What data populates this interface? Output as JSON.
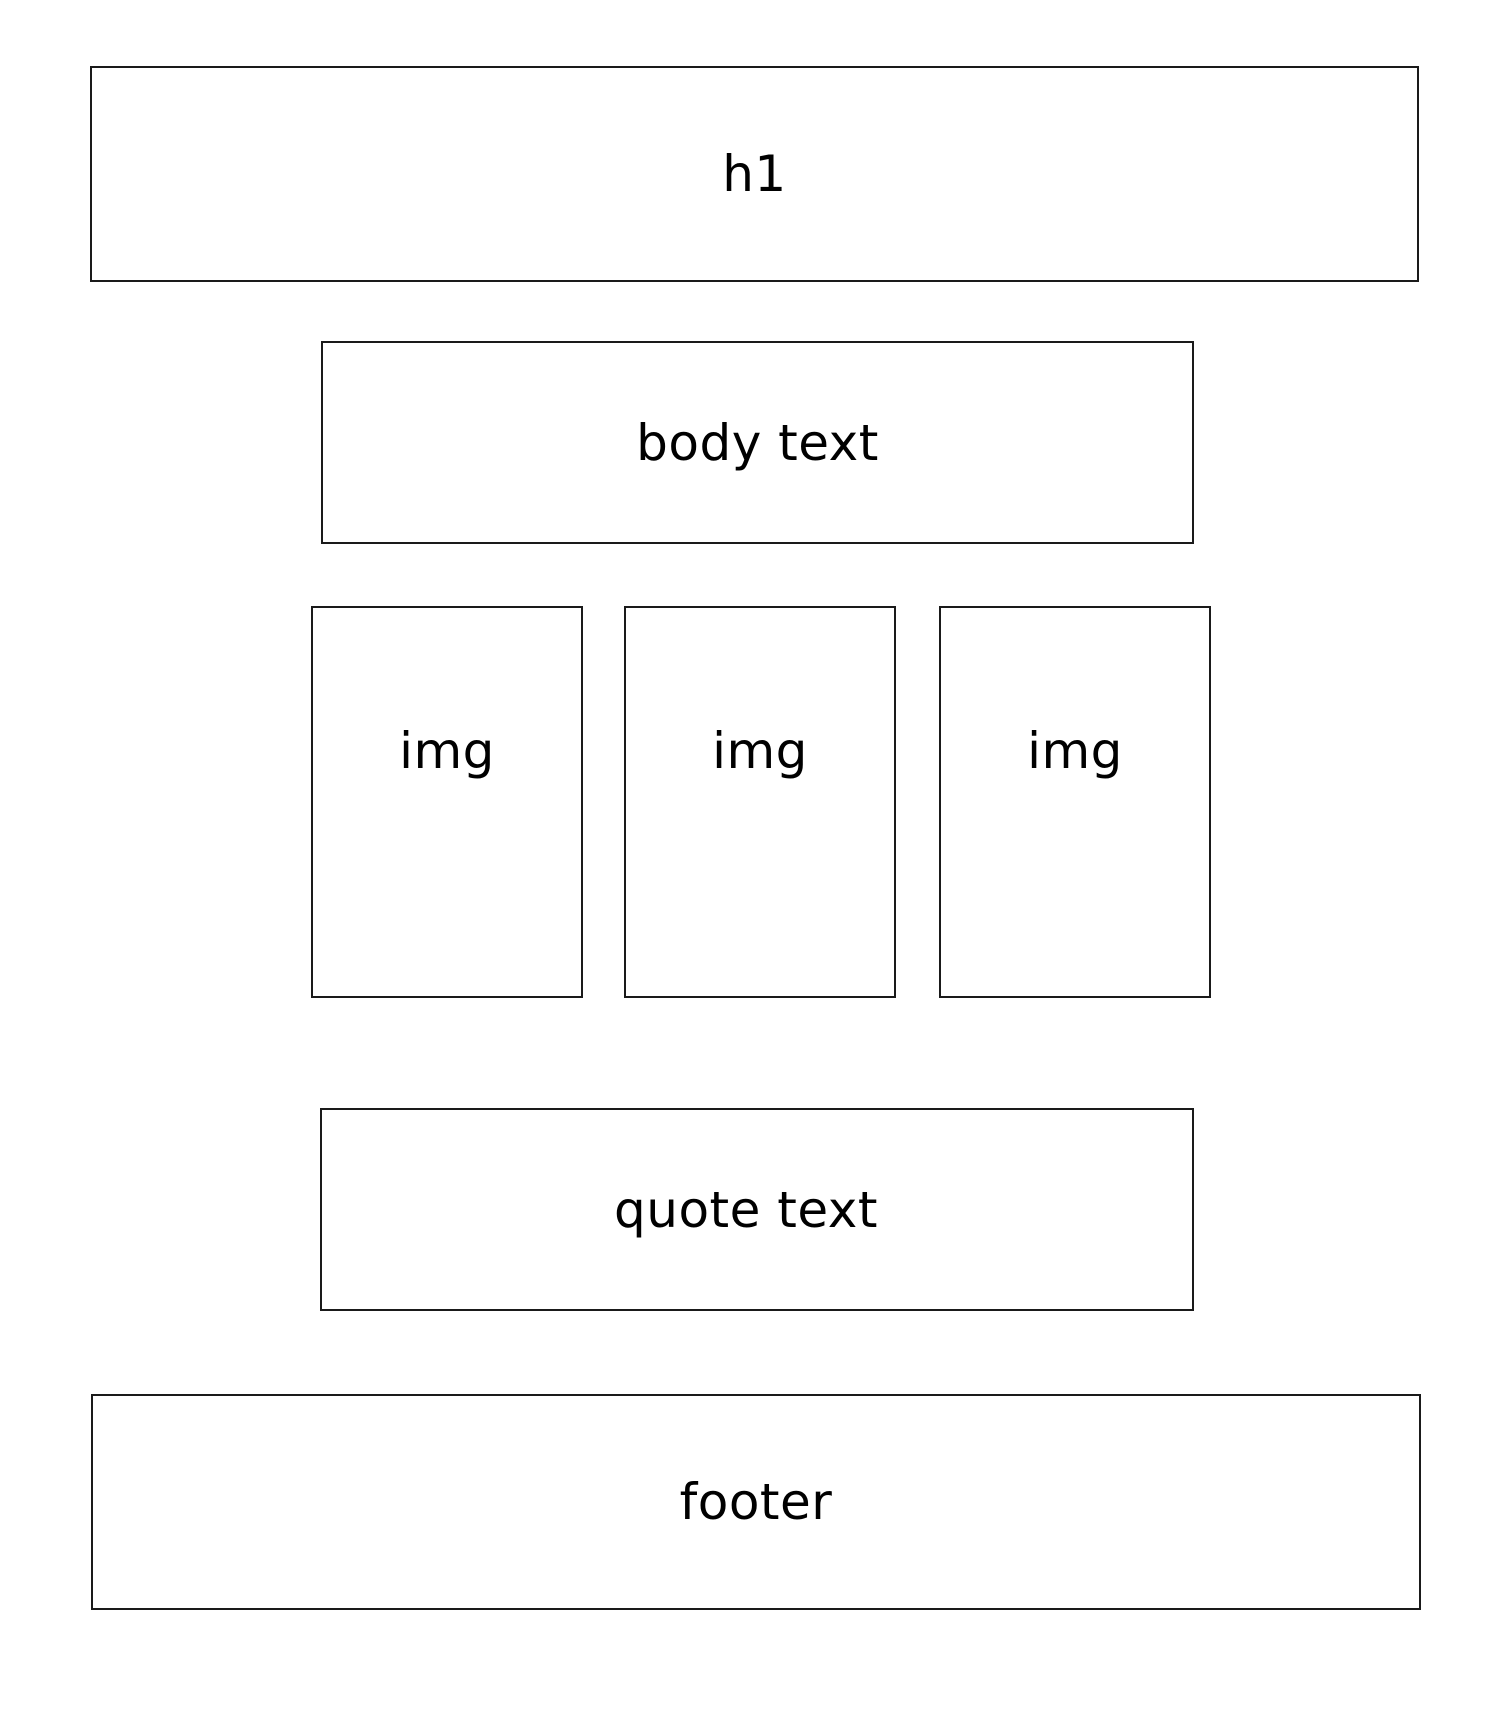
{
  "wireframe": {
    "header": {
      "label": "h1"
    },
    "body": {
      "label": "body text"
    },
    "images": [
      {
        "label": "img"
      },
      {
        "label": "img"
      },
      {
        "label": "img"
      }
    ],
    "quote": {
      "label": "quote text"
    },
    "footer": {
      "label": "footer"
    },
    "colors": {
      "stroke": "#1a1a1a",
      "background": "#ffffff"
    }
  }
}
